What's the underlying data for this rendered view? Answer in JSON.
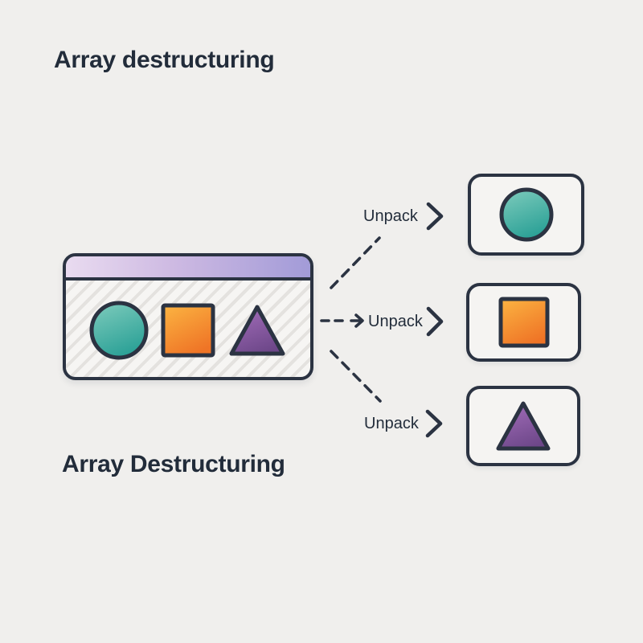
{
  "titles": {
    "top": "Array destructuring",
    "bottom": "Array Destructuring"
  },
  "array_box": {
    "items": [
      "circle",
      "square",
      "triangle"
    ]
  },
  "connectors": [
    {
      "label": "Unpack",
      "target": "circle"
    },
    {
      "label": "Unpack",
      "target": "square"
    },
    {
      "label": "Unpack",
      "target": "triangle"
    }
  ],
  "outputs": [
    {
      "shape": "circle"
    },
    {
      "shape": "square"
    },
    {
      "shape": "triangle"
    }
  ],
  "colors": {
    "ink": "#2b3342",
    "page_bg": "#f0efed",
    "box_fill": "#f5f4f2",
    "hatch": "#e4e2df",
    "header_from": "#e9dbf0",
    "header_to": "#a29bd8",
    "teal_from": "#7bcabb",
    "teal_to": "#2aa096",
    "orange_from": "#fbb241",
    "orange_to": "#ef7426",
    "purple_from": "#a16cb8",
    "purple_to": "#6d4789"
  }
}
